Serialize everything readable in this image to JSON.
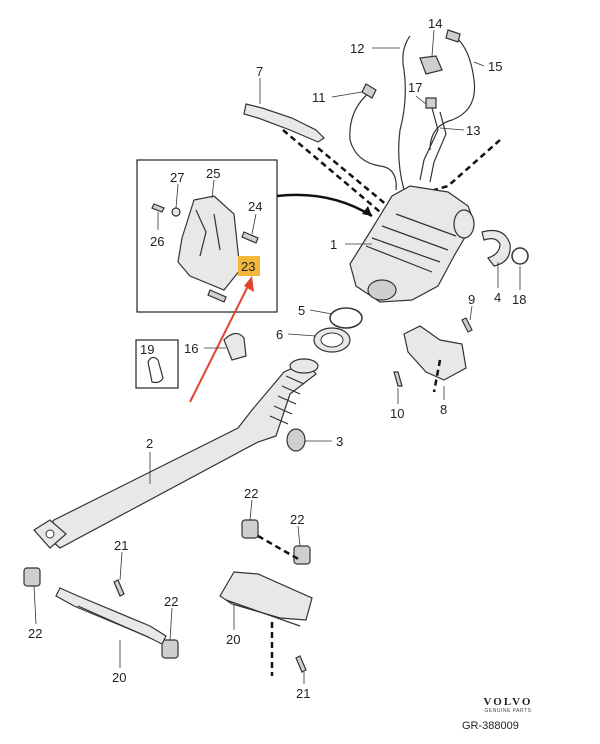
{
  "callouts": [
    {
      "id": "c1",
      "label": "1"
    },
    {
      "id": "c2",
      "label": "2"
    },
    {
      "id": "c3",
      "label": "3"
    },
    {
      "id": "c4",
      "label": "4"
    },
    {
      "id": "c5",
      "label": "5"
    },
    {
      "id": "c6",
      "label": "6"
    },
    {
      "id": "c7",
      "label": "7"
    },
    {
      "id": "c8",
      "label": "8"
    },
    {
      "id": "c9",
      "label": "9"
    },
    {
      "id": "c10",
      "label": "10"
    },
    {
      "id": "c11",
      "label": "11"
    },
    {
      "id": "c12",
      "label": "12"
    },
    {
      "id": "c13",
      "label": "13"
    },
    {
      "id": "c14",
      "label": "14"
    },
    {
      "id": "c15",
      "label": "15"
    },
    {
      "id": "c16",
      "label": "16"
    },
    {
      "id": "c17",
      "label": "17"
    },
    {
      "id": "c18",
      "label": "18"
    },
    {
      "id": "c19",
      "label": "19"
    },
    {
      "id": "c20a",
      "label": "20"
    },
    {
      "id": "c20b",
      "label": "20"
    },
    {
      "id": "c21a",
      "label": "21"
    },
    {
      "id": "c21b",
      "label": "21"
    },
    {
      "id": "c22a",
      "label": "22"
    },
    {
      "id": "c22b",
      "label": "22"
    },
    {
      "id": "c22c",
      "label": "22"
    },
    {
      "id": "c22d",
      "label": "22"
    },
    {
      "id": "c23",
      "label": "23"
    },
    {
      "id": "c24",
      "label": "24"
    },
    {
      "id": "c25",
      "label": "25"
    },
    {
      "id": "c26",
      "label": "26"
    },
    {
      "id": "c27",
      "label": "27"
    }
  ],
  "highlight": {
    "callout": "23",
    "color": "#f3b73c",
    "arrow_color": "#e0452c"
  },
  "brand": {
    "name": "VOLVO",
    "subtitle": "GENUINE PARTS"
  },
  "graphic_id": "GR-388009"
}
